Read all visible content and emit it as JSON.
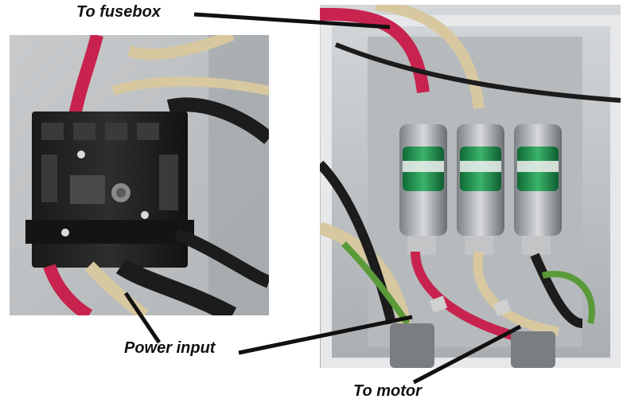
{
  "labels": {
    "to_fusebox": "To fusebox",
    "power_input": "Power input",
    "to_motor": "To motor"
  },
  "colors": {
    "wire_red": "#c8234e",
    "wire_tan": "#d8c8a0",
    "wire_black": "#1c1c1c",
    "wire_green": "#5a9a38",
    "fuse_green": "#1f8a4a",
    "box_grey": "#c9ccce"
  },
  "icons": [
    "switch-block",
    "fuse-holder",
    "fuse",
    "wire-nut"
  ]
}
